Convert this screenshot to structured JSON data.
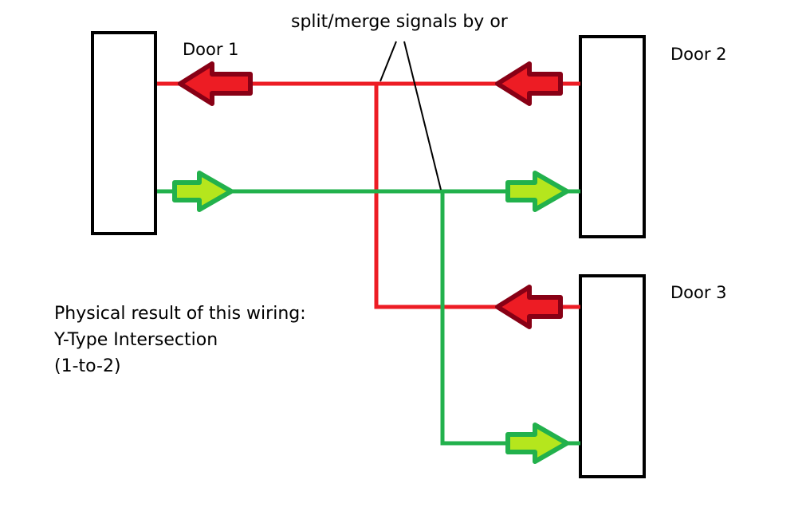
{
  "doors": [
    {
      "label": "Door 1"
    },
    {
      "label": "Door 2"
    },
    {
      "label": "Door 3"
    }
  ],
  "annotation": "split/merge signals by or",
  "caption": {
    "line1": "Physical result of this wiring:",
    "line2": "Y-Type Intersection",
    "line3": "(1-to-2)"
  },
  "colors": {
    "red_wire": "#ed1c24",
    "green_wire": "#22b14c",
    "red_arrow_fill": "#ed1c24",
    "red_arrow_border": "#880015",
    "green_arrow_fill": "#b5e61d",
    "green_arrow_border": "#22b14c",
    "outline": "#000000"
  }
}
